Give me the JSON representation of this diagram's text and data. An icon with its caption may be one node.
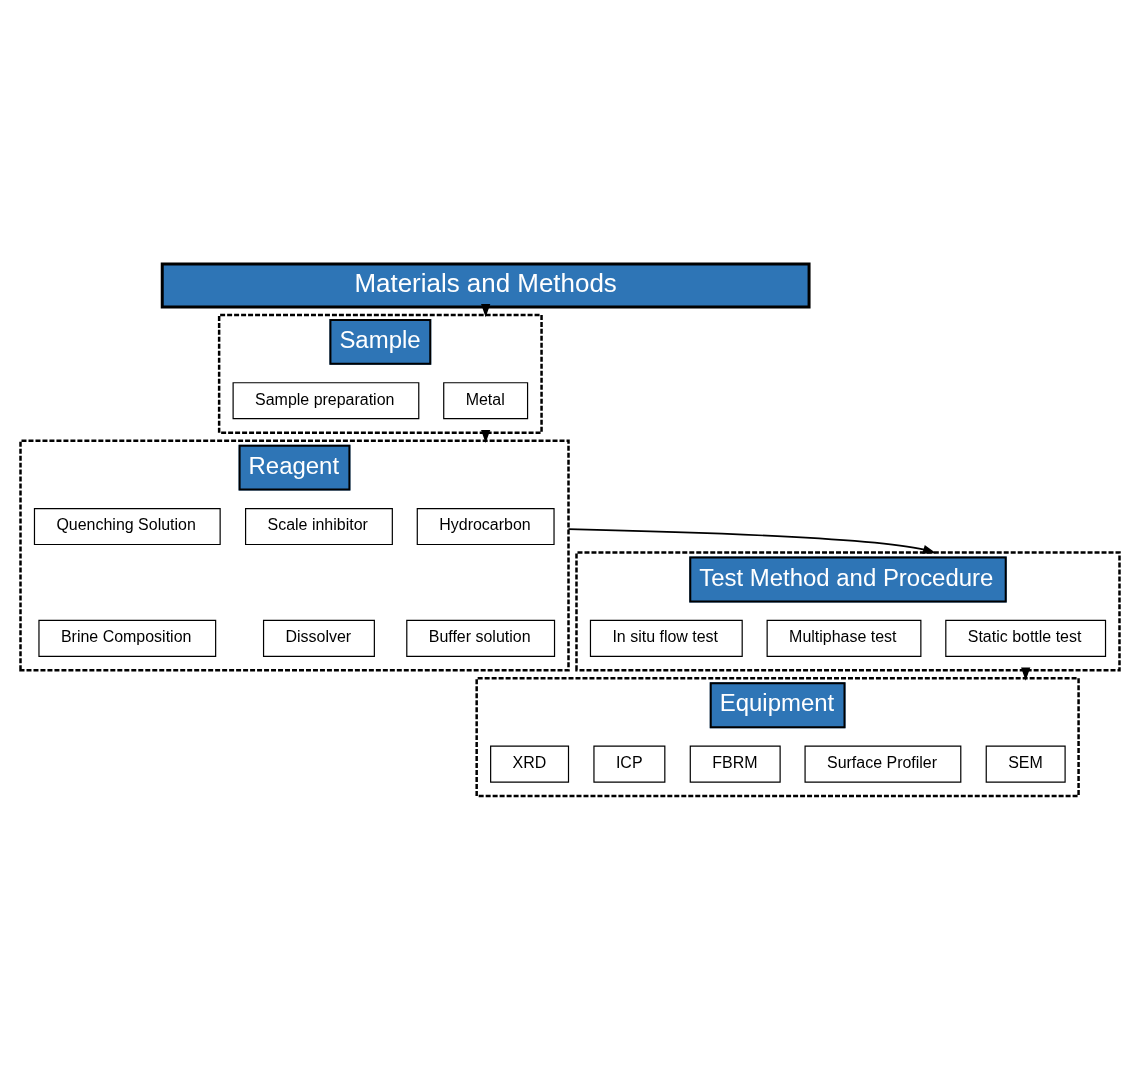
{
  "diagram": {
    "nodes": [
      {
        "text": [
          "Materials and Methods"
        ]
      },
      {
        "text": [
          "Sample"
        ]
      },
      {
        "text": [
          "Metal"
        ],
        "in": 1
      },
      {
        "text": [
          "Sample preparation"
        ],
        "in": 1
      },
      {
        "text": [
          "Reagent"
        ]
      },
      {
        "text": [
          "Hydrocarbon"
        ],
        "in": 4
      },
      {
        "text": [
          "Scale inhibitor"
        ],
        "in": 4
      },
      {
        "text": [
          "Quenching Solution"
        ],
        "in": 4
      },
      {
        "text": [
          "Buffer solution"
        ],
        "in": 4
      },
      {
        "text": [
          "Dissolver"
        ],
        "in": 4
      },
      {
        "text": [
          "Brine Composition"
        ],
        "in": 4
      },
      {
        "text": [
          "Test Method and Procedure"
        ]
      },
      {
        "text": [
          "Static bottle test"
        ],
        "in": 11
      },
      {
        "text": [
          "Multiphase test"
        ],
        "in": 11
      },
      {
        "text": [
          "In situ flow test"
        ],
        "in": 11
      },
      {
        "text": [
          "Equipment"
        ]
      },
      {
        "text": [
          "SEM"
        ],
        "in": 15
      },
      {
        "text": [
          "Surface Profiler"
        ],
        "in": 15
      },
      {
        "text": [
          "FBRM"
        ],
        "in": 15
      },
      {
        "text": [
          "ICP"
        ],
        "in": 15
      },
      {
        "text": [
          "XRD"
        ],
        "in": 15
      }
    ],
    "edges": [
      {
        "from": 0,
        "to": 1,
        "arrow": "to"
      },
      {
        "from": 1,
        "to": 4,
        "arrow": "to"
      },
      {
        "from": 4,
        "to": 11,
        "arrow": "to"
      },
      {
        "from": 11,
        "to": 15,
        "arrow": "to"
      }
    ]
  }
}
